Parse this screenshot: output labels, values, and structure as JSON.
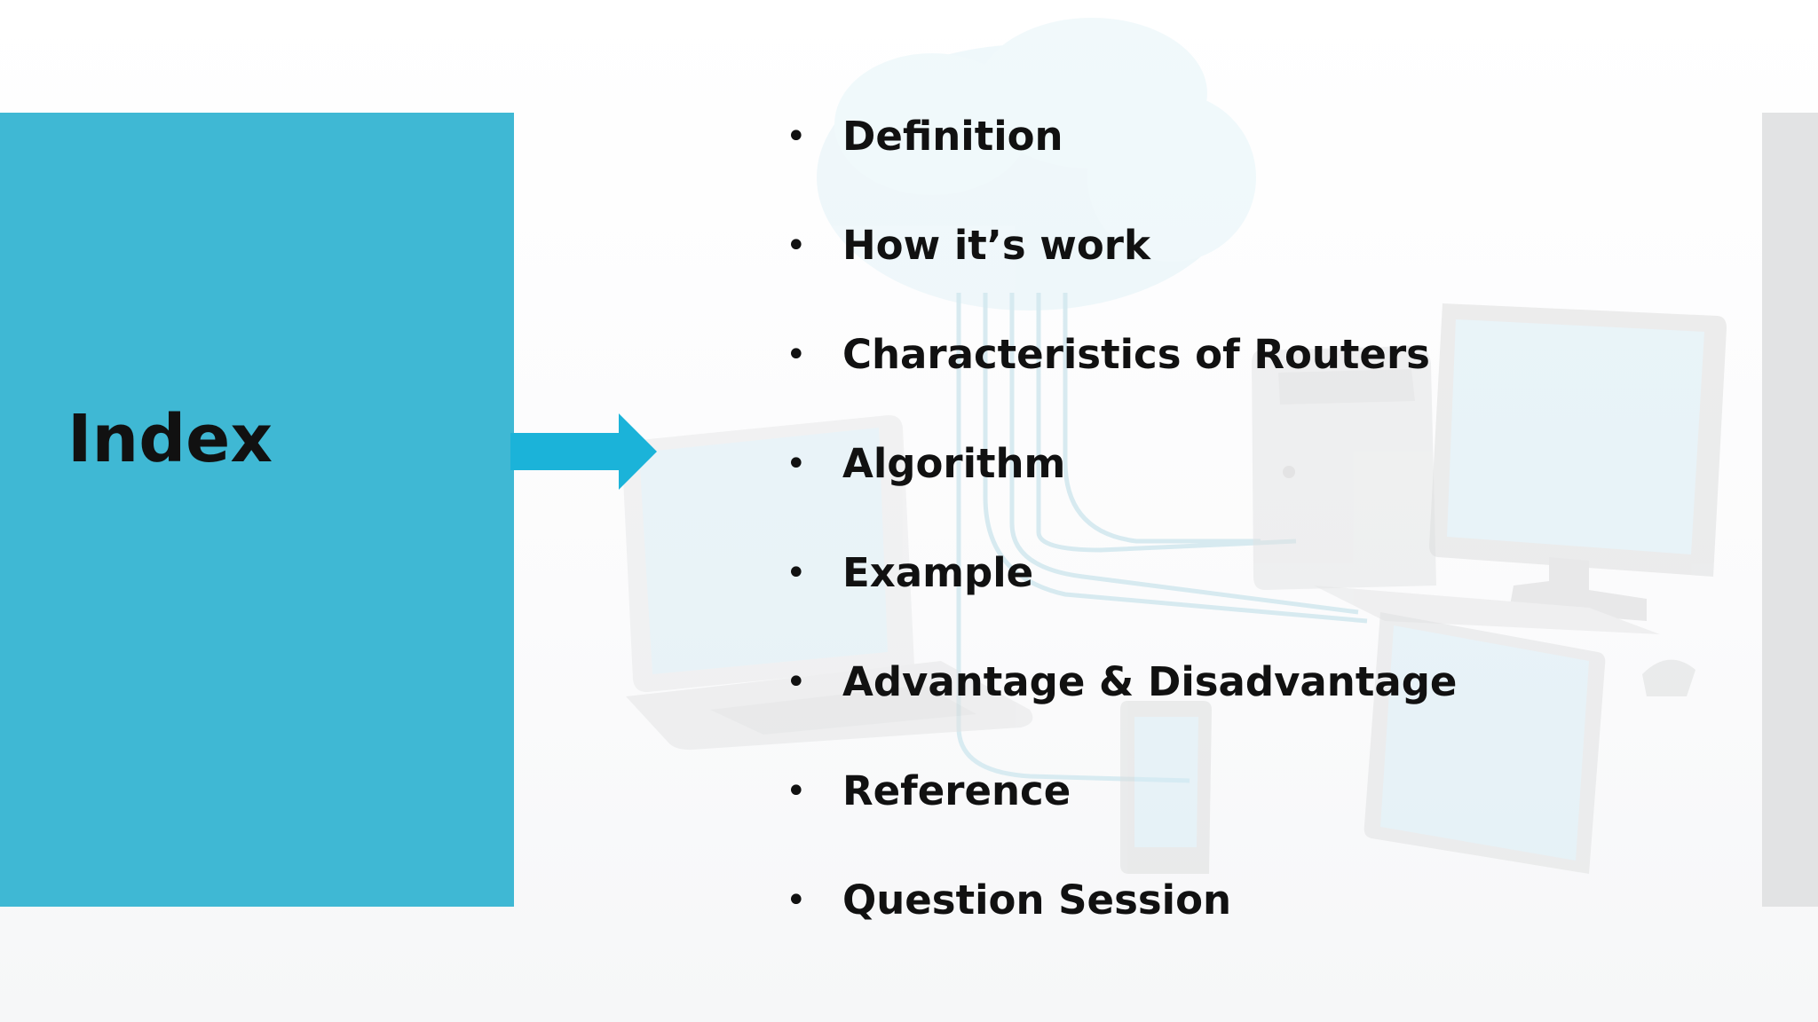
{
  "slide": {
    "title": "Index",
    "items": [
      "Definition",
      "How it’s work",
      "Characteristics of Routers",
      "Algorithm",
      "Example",
      "Advantage & Disadvantage",
      "Reference",
      "Question Session"
    ],
    "bullet_glyph": "•"
  },
  "colors": {
    "panel": "#3fb8d4",
    "arrow": "#1bb3d9",
    "text": "#111111",
    "right_strip": "#e2e3e4"
  },
  "icons": {
    "arrow": "right-arrow-icon",
    "background": "network-devices-illustration"
  }
}
